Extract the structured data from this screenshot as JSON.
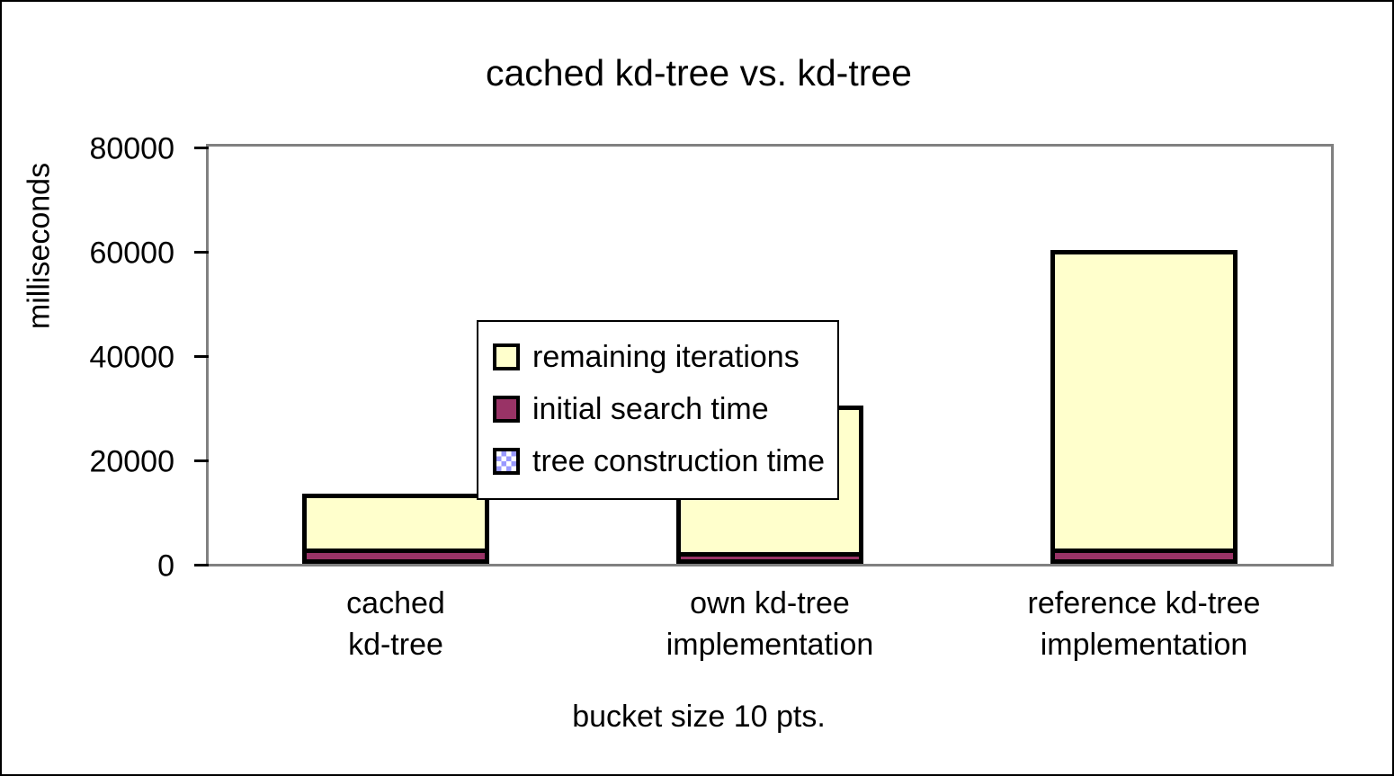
{
  "chart_data": {
    "type": "bar",
    "subtype": "stacked",
    "title": "cached kd-tree vs. kd-tree",
    "xlabel": "bucket size 10 pts.",
    "ylabel": "milliseconds",
    "ylim": [
      0,
      80000
    ],
    "yticks": [
      0,
      20000,
      40000,
      60000,
      80000
    ],
    "ytick_labels": [
      "0",
      "20000",
      "40000",
      "60000",
      "80000"
    ],
    "grid": false,
    "legend_position": "upper left (inside plot area)",
    "categories": [
      "cached\nkd-tree",
      "own kd-tree\nimplementation",
      "reference kd-tree\nimplementation"
    ],
    "category_lines": [
      [
        "cached",
        "kd-tree"
      ],
      [
        "own kd-tree",
        "implementation"
      ],
      [
        "reference kd-tree",
        "implementation"
      ]
    ],
    "series": [
      {
        "name": "tree construction time",
        "color": "#9999ff",
        "pattern": "checkerboard",
        "values": [
          0,
          0,
          0
        ]
      },
      {
        "name": "initial search time",
        "color": "#993366",
        "pattern": "solid",
        "values": [
          2900,
          2200,
          2900
        ]
      },
      {
        "name": "remaining iterations",
        "color": "#ffffcc",
        "pattern": "solid",
        "values": [
          10500,
          28100,
          57200
        ]
      }
    ],
    "stack_order_bottom_to_top": [
      "tree construction time",
      "initial search time",
      "remaining iterations"
    ],
    "totals": [
      13400,
      30300,
      60100
    ]
  },
  "legend": {
    "entries": [
      {
        "label": "remaining iterations",
        "swatch": "remaining-iterations-swatch"
      },
      {
        "label": "initial search time",
        "swatch": "initial-search-time-swatch"
      },
      {
        "label": "tree construction time",
        "swatch": "tree-construction-time-swatch"
      }
    ]
  },
  "colors": {
    "remaining_iterations": "#ffffcc",
    "initial_search_time": "#993366",
    "tree_construction_time": "#9999ff",
    "bar_outline": "#000000",
    "plot_frame": "#808080",
    "chart_border": "#000000",
    "background": "#ffffff",
    "text": "#000000"
  }
}
